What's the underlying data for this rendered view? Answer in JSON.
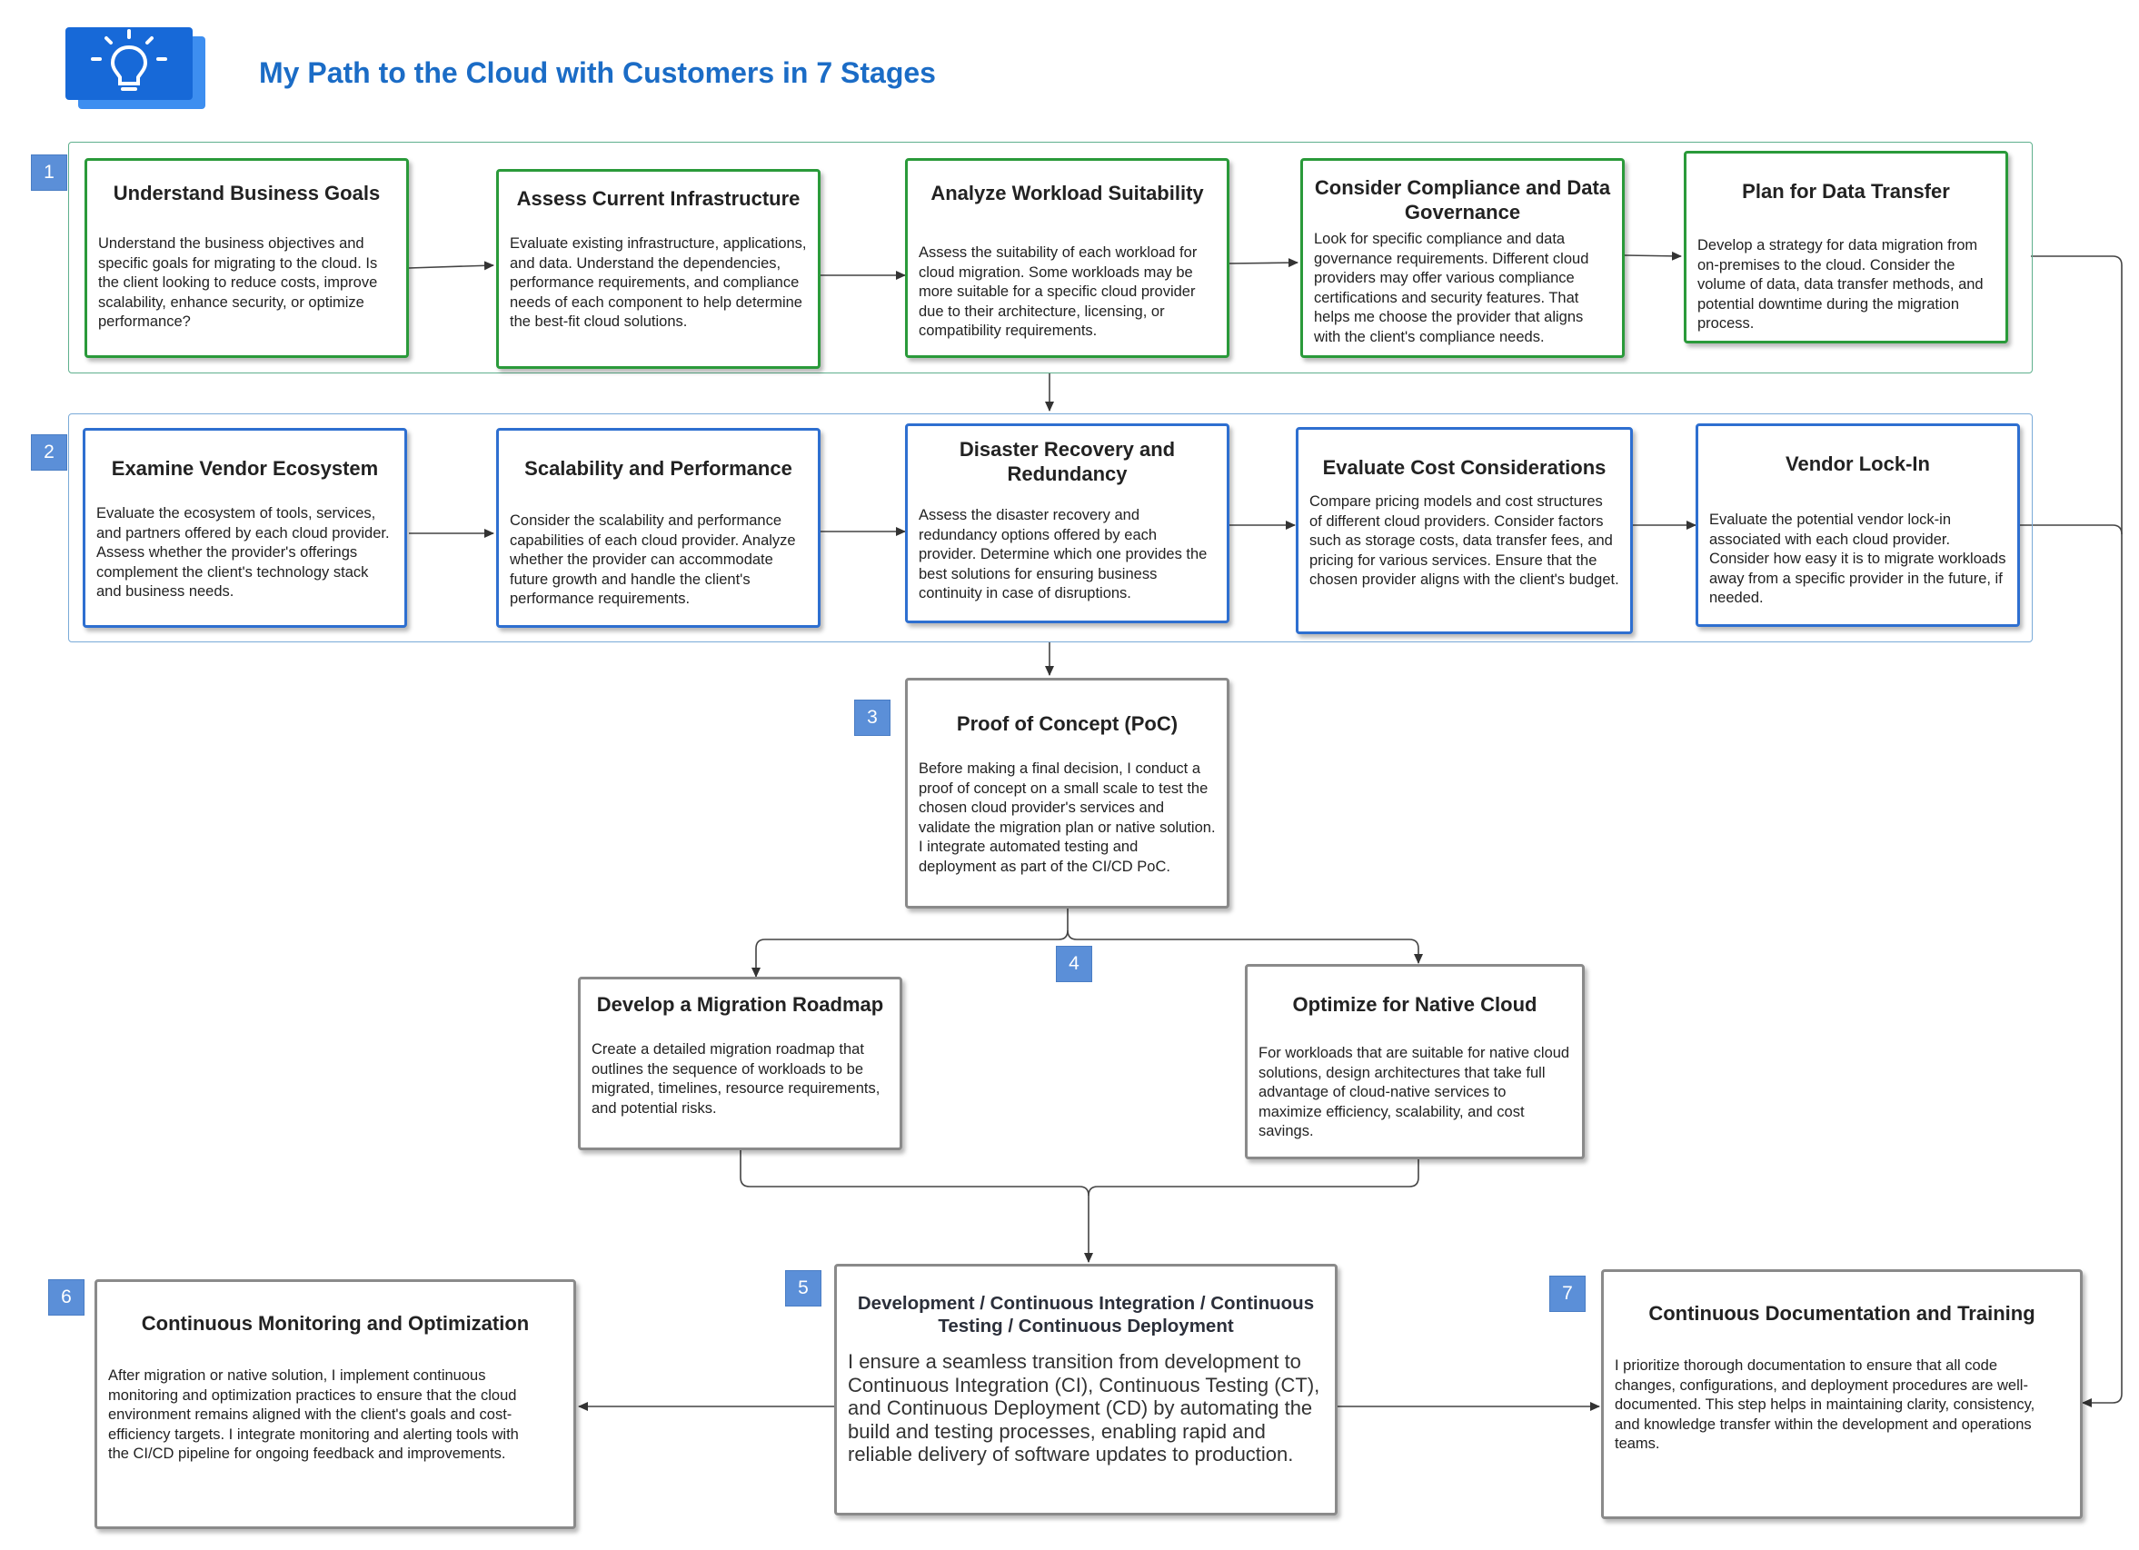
{
  "page": {
    "title": "My Path to the Cloud with Customers in 7 Stages",
    "logo_icon": "lightbulb-icon"
  },
  "colors": {
    "title": "#1b6cc6",
    "stage1_border": "#2a9a3a",
    "stage2_border": "#2e6fd0",
    "later_border": "#8a8a8a",
    "badge": "#5b8fd8"
  },
  "stage_numbers": [
    "1",
    "2",
    "3",
    "4",
    "5",
    "6",
    "7"
  ],
  "stage1": [
    {
      "title": "Understand Business Goals",
      "text": "Understand the business objectives and specific goals for migrating to the cloud. Is the client looking to reduce costs, improve scalability, enhance security, or optimize performance?"
    },
    {
      "title": "Assess Current Infrastructure",
      "text": "Evaluate existing infrastructure, applications, and data. Understand the dependencies, performance requirements, and compliance needs of each component to help determine the best-fit cloud solutions."
    },
    {
      "title": "Analyze Workload Suitability",
      "text": "Assess the suitability of each workload for cloud migration. Some workloads may be more suitable for a specific cloud provider due to their architecture, licensing, or compatibility requirements."
    },
    {
      "title": "Consider Compliance and Data Governance",
      "text": "Look for specific compliance and data governance requirements. Different cloud providers may offer various compliance certifications and security features. That helps me choose the provider that aligns with the client's compliance needs."
    },
    {
      "title": "Plan for Data Transfer",
      "text": "Develop a strategy for data migration from on-premises to the cloud. Consider the volume of data, data transfer methods, and potential downtime during the migration process."
    }
  ],
  "stage2": [
    {
      "title": "Examine Vendor Ecosystem",
      "text": "Evaluate the ecosystem of tools, services, and partners offered by each cloud provider. Assess whether the provider's offerings complement the client's technology stack and business needs."
    },
    {
      "title": "Scalability and Performance",
      "text": "Consider the scalability and performance capabilities of each cloud provider. Analyze whether the provider can accommodate future growth and handle the client's performance requirements."
    },
    {
      "title": "Disaster Recovery and Redundancy",
      "text": "Assess the disaster recovery and redundancy options offered by each provider. Determine which one provides the best solutions for ensuring business continuity in case of disruptions."
    },
    {
      "title": "Evaluate Cost Considerations",
      "text": "Compare pricing models and cost structures of different cloud providers. Consider factors such as storage costs, data transfer fees, and pricing for various services. Ensure that the chosen provider aligns with the client's budget."
    },
    {
      "title": "Vendor Lock-In",
      "text": "Evaluate the potential vendor lock-in associated with each cloud provider. Consider how easy it is to migrate workloads away from a specific provider in the future, if needed."
    }
  ],
  "poc": {
    "title": "Proof of Concept (PoC)",
    "text": "Before making a final decision, I conduct a proof of concept on a small scale to test the chosen cloud provider's services and validate the migration plan or native solution. I integrate automated testing and deployment as part of the CI/CD PoC."
  },
  "stage4": [
    {
      "title": "Develop a Migration Roadmap",
      "text": "Create a detailed migration roadmap that outlines the sequence of workloads to be migrated, timelines, resource requirements, and potential risks."
    },
    {
      "title": "Optimize for Native Cloud",
      "text": "For workloads that are suitable for native cloud solutions, design architectures that take full advantage of cloud-native services to maximize efficiency, scalability, and cost savings."
    }
  ],
  "cicd": {
    "title": "Development / Continuous Integration / Continuous Testing / Continuous Deployment",
    "text": "I ensure a seamless transition from development to Continuous Integration (CI), Continuous Testing (CT), and Continuous Deployment (CD) by automating the build and testing processes, enabling rapid and reliable delivery of software updates to production."
  },
  "monitoring": {
    "title": "Continuous Monitoring and Optimization",
    "text": "After migration or native solution, I implement continuous monitoring and optimization practices to ensure that the cloud environment remains aligned with the client's goals and cost-efficiency targets. I integrate monitoring and alerting tools with the CI/CD pipeline for ongoing feedback and improvements."
  },
  "documentation": {
    "title": "Continuous Documentation and Training",
    "text": "I prioritize thorough documentation to ensure that all code changes, configurations, and deployment procedures are well-documented. This step helps in maintaining clarity, consistency, and knowledge transfer within the development and operations teams."
  }
}
